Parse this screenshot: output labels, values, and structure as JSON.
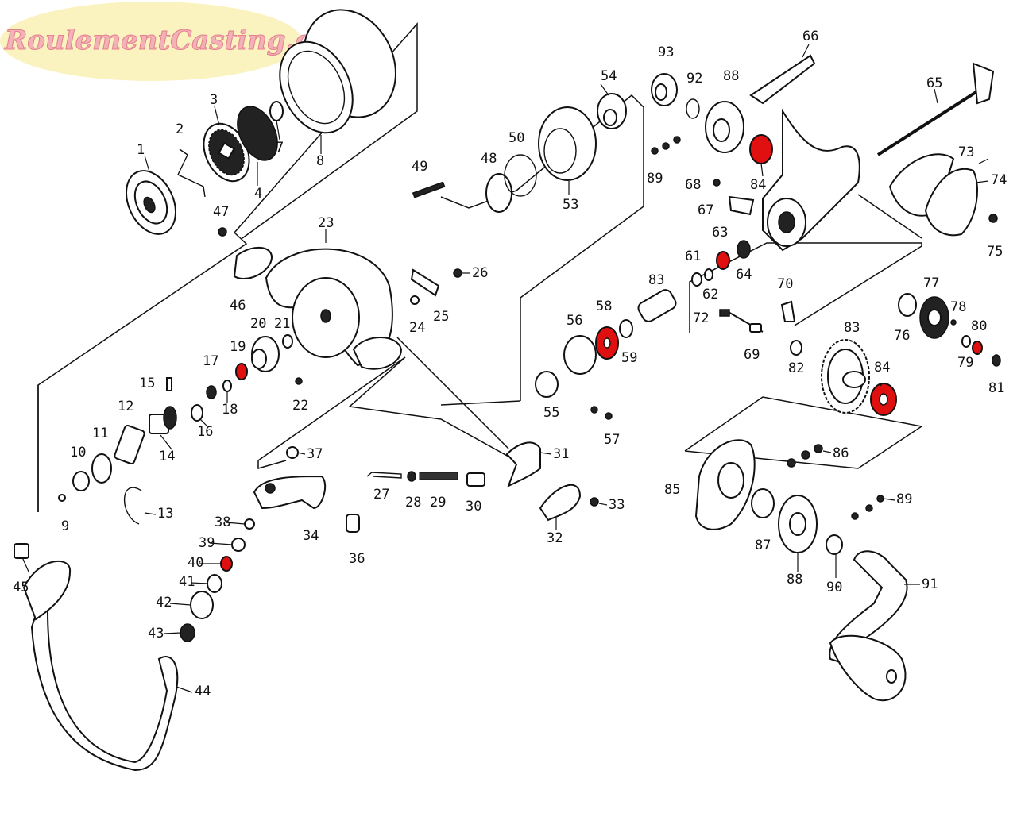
{
  "watermark": {
    "text": "RoulementCasting.com",
    "color": "#f3b1b8",
    "badge_color": "#fbf3bf"
  },
  "diagram": {
    "highlight_color": "#e01010",
    "highlighted_parts": [
      "19",
      "40",
      "58",
      "63",
      "80",
      "84",
      "84b"
    ],
    "labels": {
      "p1": "1",
      "p2": "2",
      "p3": "3",
      "p4": "4",
      "p7": "7",
      "p8": "8",
      "p9": "9",
      "p10": "10",
      "p11": "11",
      "p12": "12",
      "p13": "13",
      "p14": "14",
      "p15": "15",
      "p16": "16",
      "p17": "17",
      "p18": "18",
      "p19": "19",
      "p20": "20",
      "p21": "21",
      "p22": "22",
      "p23": "23",
      "p24": "24",
      "p25": "25",
      "p26": "26",
      "p27": "27",
      "p28": "28",
      "p29": "29",
      "p30": "30",
      "p31": "31",
      "p32": "32",
      "p33": "33",
      "p34": "34",
      "p36": "36",
      "p37": "37",
      "p38": "38",
      "p39": "39",
      "p40": "40",
      "p41": "41",
      "p42": "42",
      "p43": "43",
      "p44": "44",
      "p45": "45",
      "p46": "46",
      "p47": "47",
      "p48": "48",
      "p49": "49",
      "p50": "50",
      "p53": "53",
      "p54": "54",
      "p55": "55",
      "p56": "56",
      "p57": "57",
      "p58": "58",
      "p59": "59",
      "p61": "61",
      "p62": "62",
      "p63": "63",
      "p64": "64",
      "p65": "65",
      "p66": "66",
      "p67": "67",
      "p68": "68",
      "p69": "69",
      "p70": "70",
      "p72": "72",
      "p73": "73",
      "p74": "74",
      "p75": "75",
      "p76": "76",
      "p77": "77",
      "p78": "78",
      "p79": "79",
      "p80": "80",
      "p81": "81",
      "p82": "82",
      "p83a": "83",
      "p83b": "83",
      "p84a": "84",
      "p84b": "84",
      "p85": "85",
      "p86": "86",
      "p87": "87",
      "p88a": "88",
      "p88b": "88",
      "p89a": "89",
      "p89b": "89",
      "p90": "90",
      "p91": "91",
      "p92": "92",
      "p93": "93"
    }
  }
}
